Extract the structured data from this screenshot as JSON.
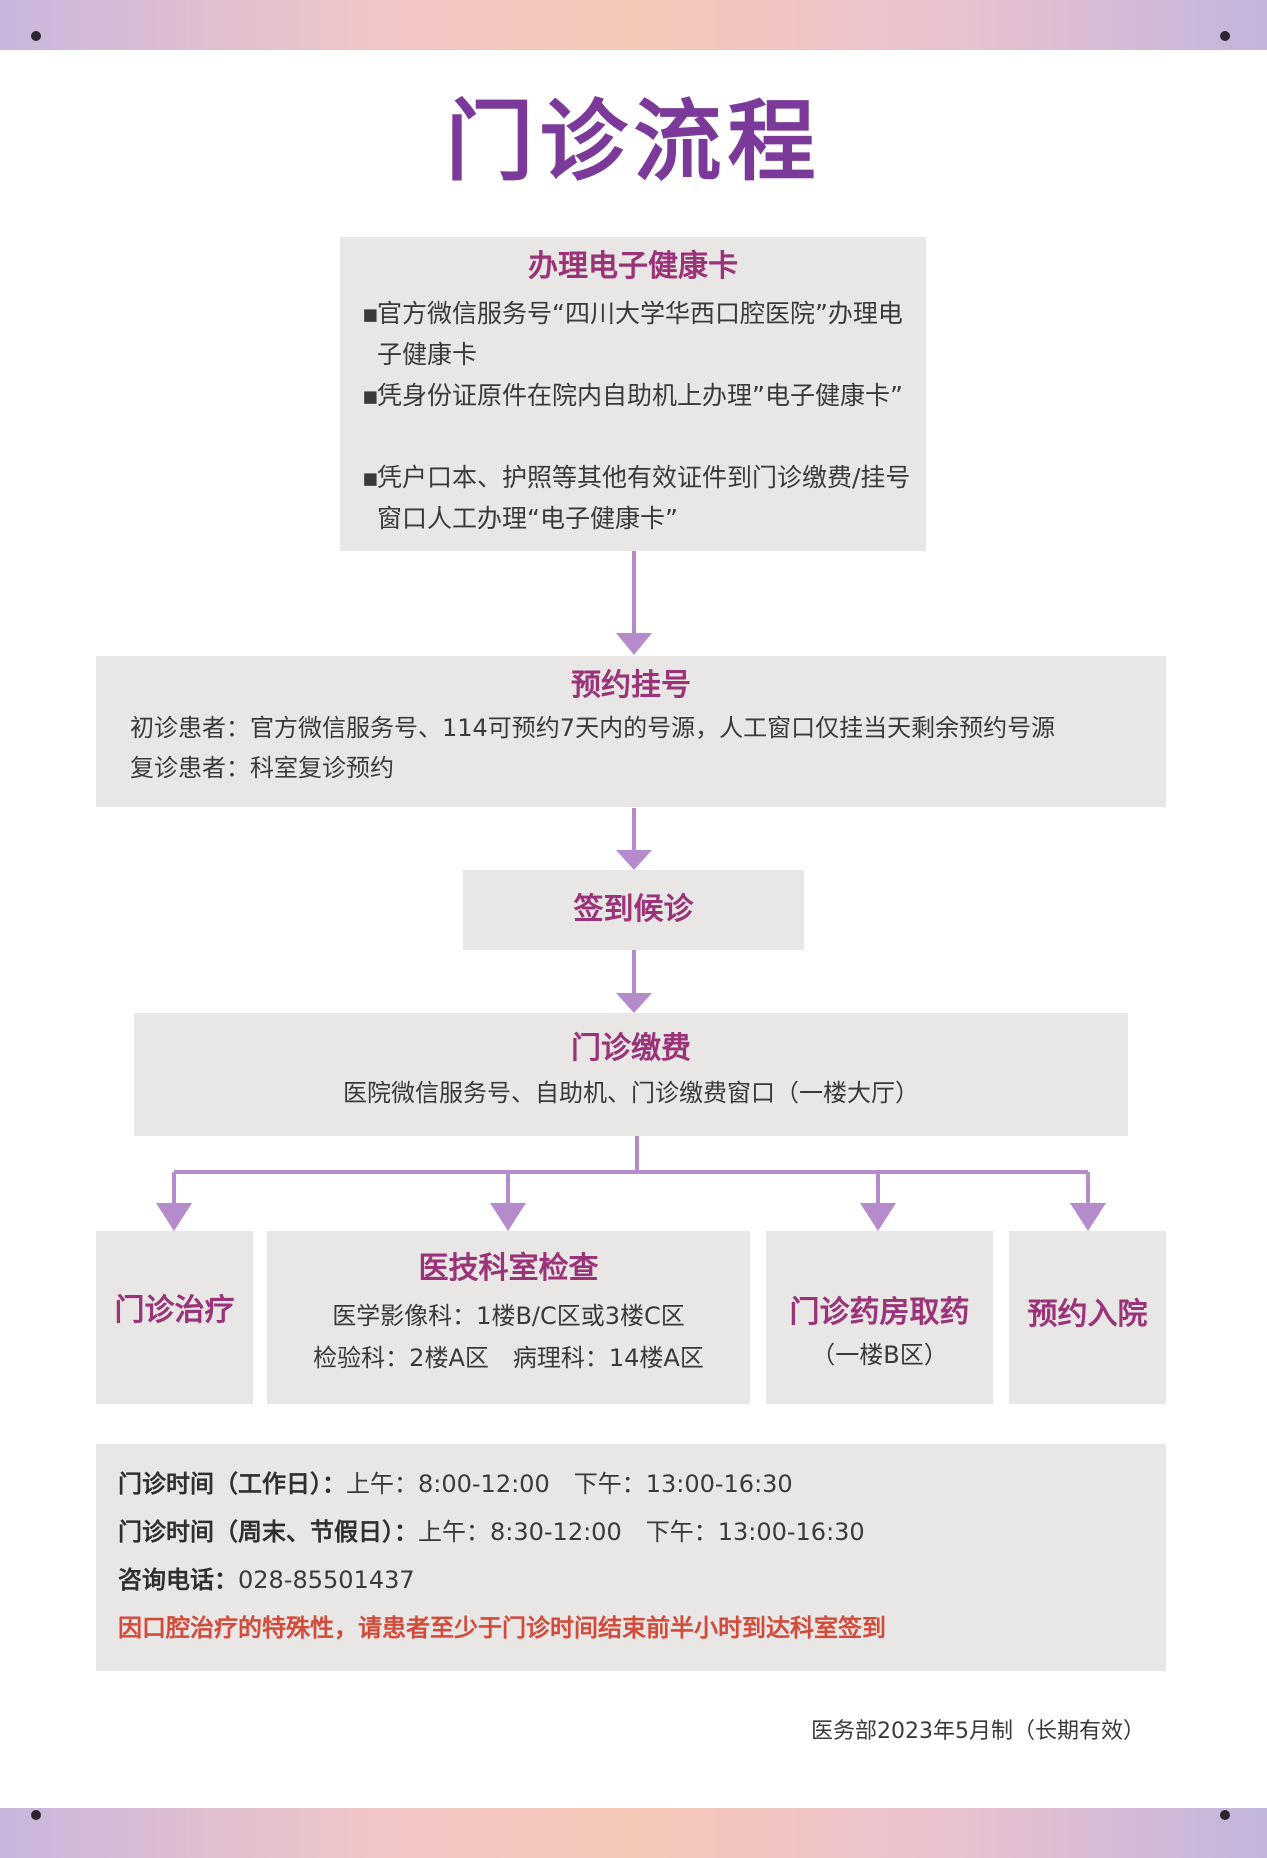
{
  "title": "门诊流程",
  "card": {
    "title": "办理电子健康卡",
    "bullet_mark": "▪",
    "items": [
      "官方微信服务号“四川大学华西口腔医院”办理电子健康卡",
      "凭身份证原件在院内自助机上办理”电子健康卡”",
      "凭户口本、护照等其他有效证件到门诊缴费/挂号窗口人工办理“电子健康卡”"
    ]
  },
  "appointment": {
    "title": "预约挂号",
    "lines": [
      "初诊患者：官方微信服务号、114可预约7天内的号源，人工窗口仅挂当天剩余预约号源",
      "复诊患者：科室复诊预约"
    ]
  },
  "checkin": {
    "title": "签到候诊"
  },
  "payment": {
    "title": "门诊缴费",
    "text": "医院微信服务号、自助机、门诊缴费窗口（一楼大厅）"
  },
  "branches": {
    "treatment": {
      "title": "门诊治疗"
    },
    "exam": {
      "title": "医技科室检查",
      "line1": "医学影像科：1楼B/C区或3楼C区",
      "line2": "检验科：2楼A区　病理科：14楼A区"
    },
    "pharmacy": {
      "title": "门诊药房取药",
      "sub": "（一楼B区）"
    },
    "admission": {
      "title": "预约入院"
    }
  },
  "info": {
    "weekday_label": "门诊时间（工作日）：",
    "weekday_value": "上午：8:00-12:00　下午：13:00-16:30",
    "weekend_label": "门诊时间（周末、节假日）：",
    "weekend_value": "上午：8:30-12:00　下午：13:00-16:30",
    "phone_label": "咨询电话：",
    "phone_value": "028-85501437",
    "notice": "因口腔治疗的特殊性，请患者至少于门诊时间结束前半小时到达科室签到"
  },
  "footer": "医务部2023年5月制（长期有效）",
  "colors": {
    "title": "#7b3a9a",
    "box_title": "#9a3377",
    "box_bg": "#e8e7e6",
    "connector": "#b48ccc",
    "notice": "#d24b3a"
  }
}
